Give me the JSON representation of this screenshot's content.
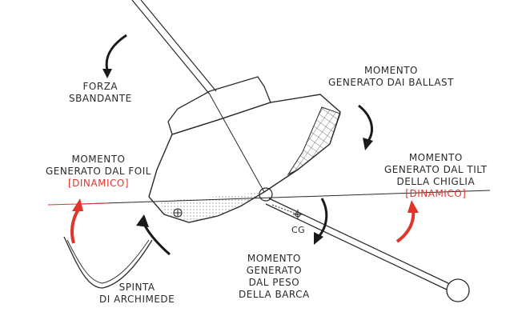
{
  "labels": {
    "forza_sbandante": [
      "FORZA",
      "SBANDANTE"
    ],
    "momento_ballast": [
      "MOMENTO",
      "GENERATO DAI BALLAST"
    ],
    "momento_foil": [
      "MOMENTO",
      "GENERATO DAL FOIL"
    ],
    "momento_foil_tag": "[DINAMICO]",
    "momento_tilt": [
      "MOMENTO",
      "GENERATO DAL TILT",
      "DELLA CHIGLIA"
    ],
    "momento_tilt_tag": "[DINAMICO]",
    "momento_peso": [
      "MOMENTO",
      "GENERATO",
      "DAL PESO",
      "DELLA BARCA"
    ],
    "spinta": [
      "SPINTA",
      "DI ARCHIMEDE"
    ],
    "cg": "CG"
  },
  "colors": {
    "ink": "#2a2a2a",
    "red": "#e0352b",
    "hatch": "#555555"
  }
}
